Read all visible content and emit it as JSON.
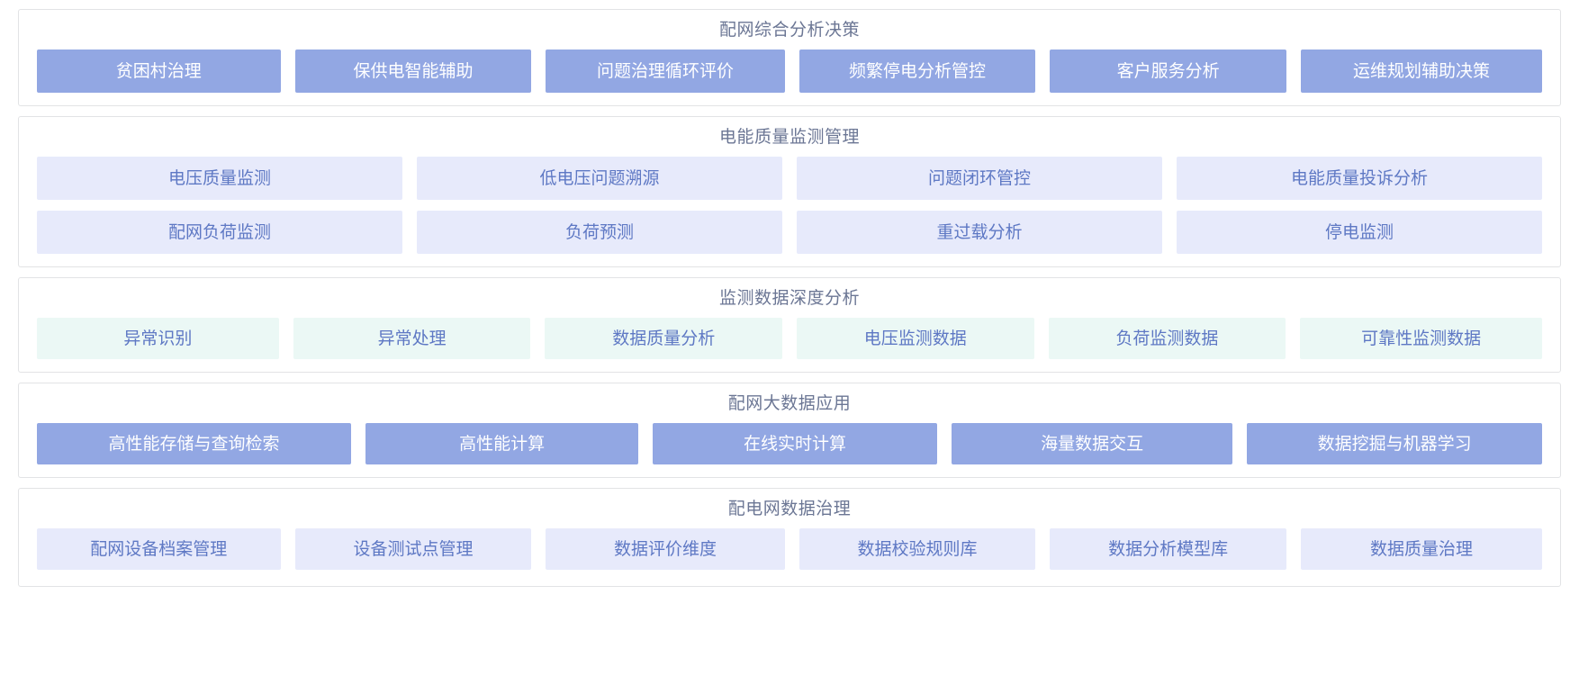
{
  "sections": [
    {
      "title": "配网综合分析决策",
      "style": "solid",
      "rows": [
        {
          "items": [
            {
              "label": "贫困村治理",
              "flex": 1.03
            },
            {
              "label": "保供电智能辅助",
              "flex": 1.0
            },
            {
              "label": "问题治理循环评价",
              "flex": 1.01
            },
            {
              "label": "频繁停电分析管控",
              "flex": 1.0
            },
            {
              "label": "客户服务分析",
              "flex": 1.0
            },
            {
              "label": "运维规划辅助决策",
              "flex": 1.02
            }
          ]
        }
      ]
    },
    {
      "title": "电能质量监测管理",
      "style": "lavender",
      "rows": [
        {
          "items": [
            {
              "label": "电压质量监测",
              "flex": 1.0
            },
            {
              "label": "低电压问题溯源",
              "flex": 1.0
            },
            {
              "label": "问题闭环管控",
              "flex": 1.0
            },
            {
              "label": "电能质量投诉分析",
              "flex": 1.0
            }
          ]
        },
        {
          "items": [
            {
              "label": "配网负荷监测",
              "flex": 1.0
            },
            {
              "label": "负荷预测",
              "flex": 1.0
            },
            {
              "label": "重过载分析",
              "flex": 1.0
            },
            {
              "label": "停电监测",
              "flex": 1.0
            }
          ]
        }
      ]
    },
    {
      "title": "监测数据深度分析",
      "style": "mint",
      "rows": [
        {
          "items": [
            {
              "label": "异常识别",
              "flex": 1.02
            },
            {
              "label": "异常处理",
              "flex": 1.0
            },
            {
              "label": "数据质量分析",
              "flex": 1.0
            },
            {
              "label": "电压监测数据",
              "flex": 1.0
            },
            {
              "label": "负荷监测数据",
              "flex": 1.0
            },
            {
              "label": "可靠性监测数据",
              "flex": 1.02
            }
          ]
        }
      ]
    },
    {
      "title": "配网大数据应用",
      "style": "solid",
      "rows": [
        {
          "items": [
            {
              "label": "高性能存储与查询检索",
              "flex": 1.15
            },
            {
              "label": "高性能计算",
              "flex": 1.0
            },
            {
              "label": "在线实时计算",
              "flex": 1.04
            },
            {
              "label": "海量数据交互",
              "flex": 1.03
            },
            {
              "label": "数据挖掘与机器学习",
              "flex": 1.08
            }
          ]
        }
      ]
    },
    {
      "title": "配电网数据治理",
      "style": "lavender",
      "rows": [
        {
          "items": [
            {
              "label": "配网设备档案管理",
              "flex": 1.03
            },
            {
              "label": "设备测试点管理",
              "flex": 1.0
            },
            {
              "label": "数据评价维度",
              "flex": 1.01
            },
            {
              "label": "数据校验规则库",
              "flex": 1.0
            },
            {
              "label": "数据分析模型库",
              "flex": 1.0
            },
            {
              "label": "数据质量治理",
              "flex": 1.02
            }
          ]
        }
      ]
    }
  ],
  "colors": {
    "solid_bg": "#92a7e3",
    "solid_text": "#ffffff",
    "lavender_bg": "#e7eafb",
    "mint_bg": "#ebf8f5",
    "item_text": "#5e78c4",
    "title_text": "#6b7694",
    "card_border": "#e2e3e5",
    "page_bg": "#ffffff"
  }
}
